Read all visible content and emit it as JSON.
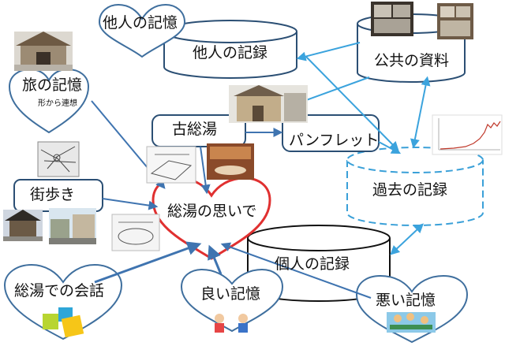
{
  "nodes": {
    "others_memory": "他人の記憶",
    "others_record": "他人の記録",
    "public_materials": "公共の資料",
    "travel_memory": "旅の記憶",
    "travel_memory_sub": "形から連想",
    "kosoyu": "古総湯",
    "pamphlet": "パンフレット",
    "past_records": "過去の記録",
    "town_walk": "街歩き",
    "soyu_memories": "総湯の思いで",
    "personal_record": "個人の記録",
    "soyu_conversation": "総湯での会話",
    "good_memory": "良い記憶",
    "bad_memory": "悪い記憶"
  },
  "icons": [
    "bathhouse-photo-icon",
    "map-sketch-icon",
    "temple-photo-icon",
    "street-photo-icon",
    "old-document-photos-icon",
    "line-graph-icon",
    "kosoyu-building-photo-icon",
    "bath-interior-sketch-icon",
    "bath-room-photo-icon",
    "bath-sketch-icon",
    "colored-squares-icon",
    "children-illustration-icon",
    "bathers-illustration-icon"
  ],
  "colors": {
    "heart_stroke": "#3f6f9e",
    "central_heart": "#e03030",
    "arrow_blue": "#4a7fb8",
    "arrow_light": "#4aa3d8",
    "box_stroke": "#2b4f74",
    "dashed_stroke": "#3aa0d8"
  }
}
